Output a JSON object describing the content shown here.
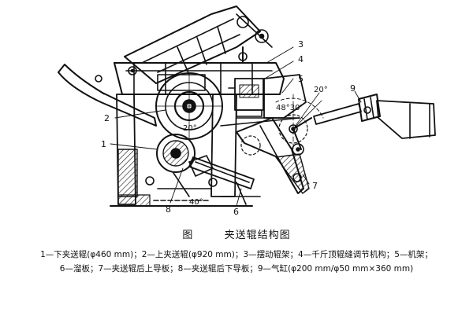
{
  "figure": {
    "label": "图",
    "title": "夹送辊结构图"
  },
  "callouts": {
    "n1": "1",
    "n2": "2",
    "n3": "3",
    "n4": "4",
    "n5": "5",
    "n6": "6",
    "n7": "7",
    "n8": "8",
    "n9": "9"
  },
  "angles": {
    "a20_top": "20°",
    "a48_30": "48°30'",
    "a20_mid": "20°",
    "a40": "40°"
  },
  "caption": {
    "line1": "1—下夹送辊(φ460 mm)；2—上夹送辊(φ920 mm)；3—摆动辊架；4—千斤顶辊缝调节机构；5—机架；",
    "line2": "6—溜板；7—夹送辊后上导板；8—夹送辊后下导板；9—气缸(φ200 mm/φ50 mm×360 mm)"
  }
}
